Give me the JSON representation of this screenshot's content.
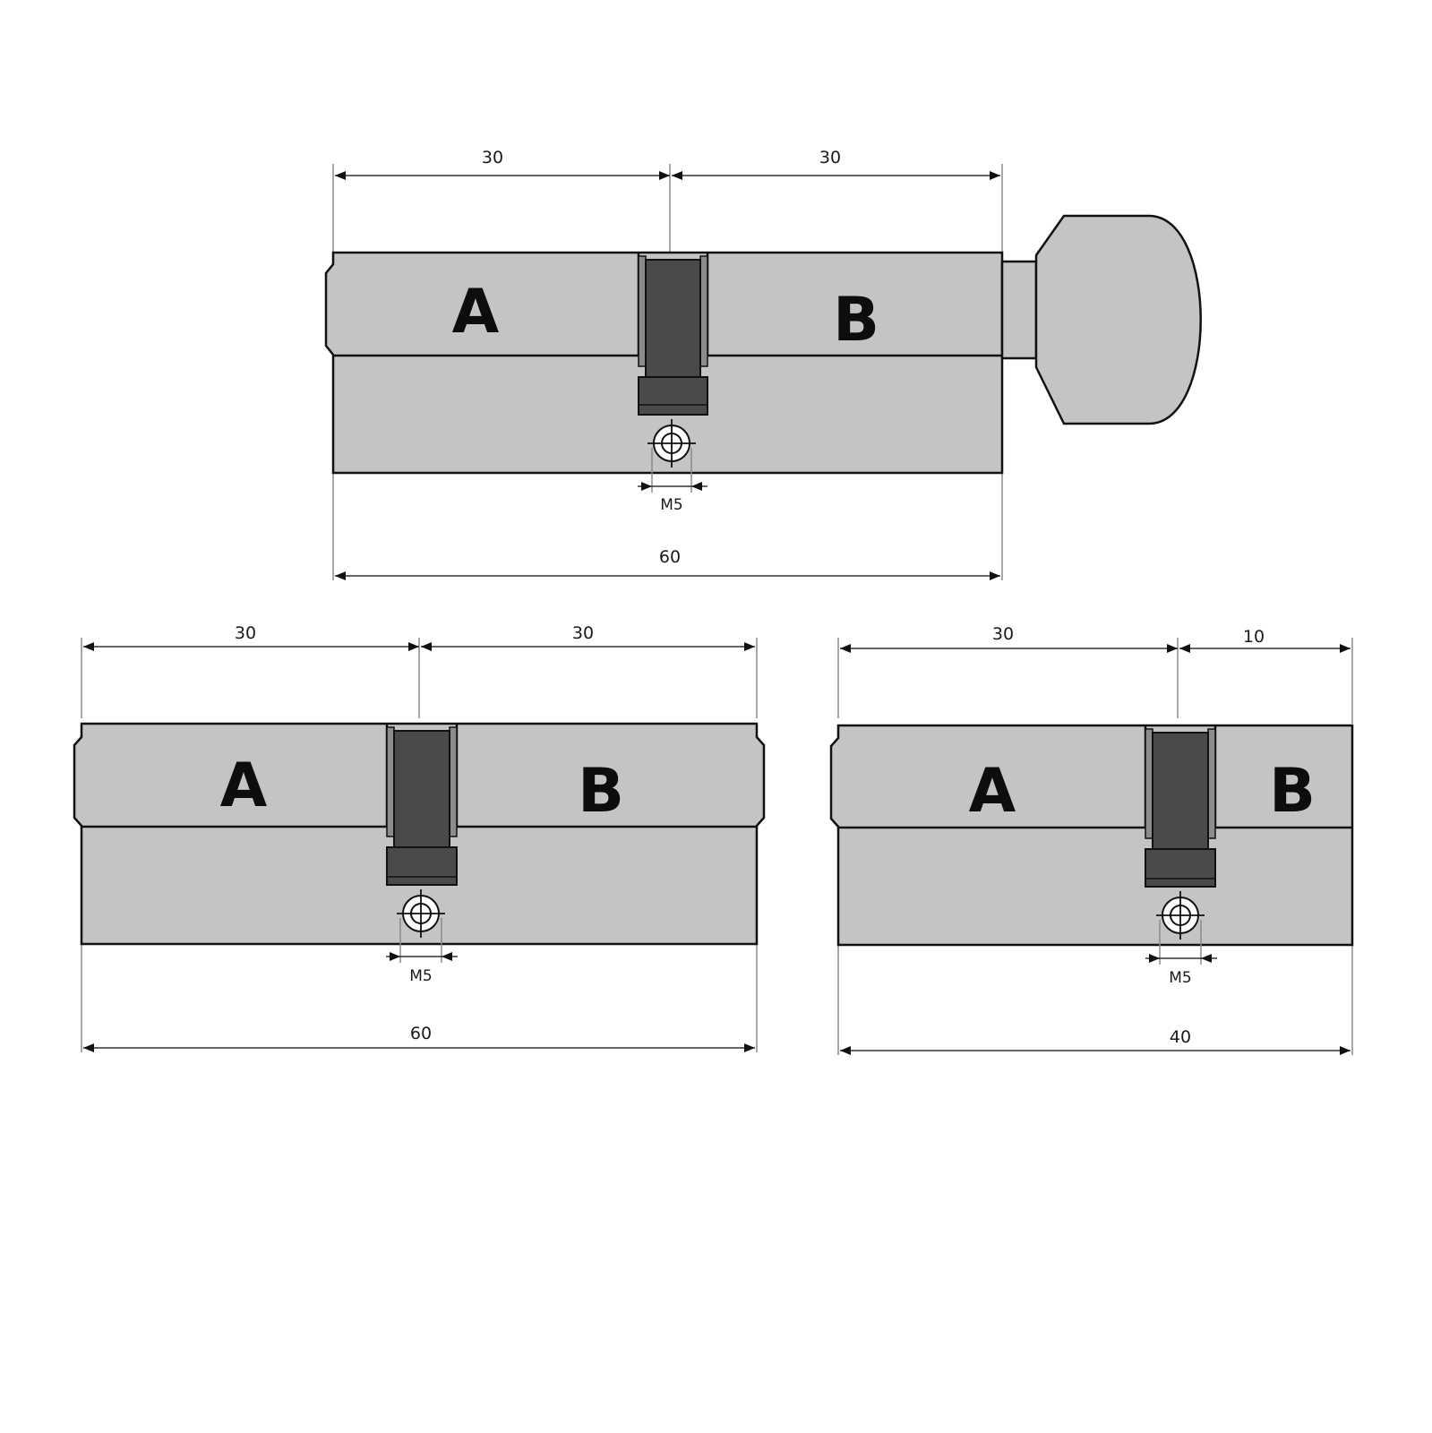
{
  "diagrams": [
    {
      "name": "cylinder-with-knob",
      "left_label": "A",
      "right_label": "B",
      "left_dim": "30",
      "right_dim": "30",
      "total_dim": "60",
      "screw_label": "M5"
    },
    {
      "name": "double-cylinder-30-30",
      "left_label": "A",
      "right_label": "B",
      "left_dim": "30",
      "right_dim": "30",
      "total_dim": "60",
      "screw_label": "M5"
    },
    {
      "name": "double-cylinder-30-10",
      "left_label": "A",
      "right_label": "B",
      "left_dim": "30",
      "right_dim": "10",
      "total_dim": "40",
      "screw_label": "M5"
    }
  ],
  "colors": {
    "body": "#c4c4c4",
    "cam": "#4a4a4a",
    "outline": "#111111",
    "background": "#ffffff"
  }
}
